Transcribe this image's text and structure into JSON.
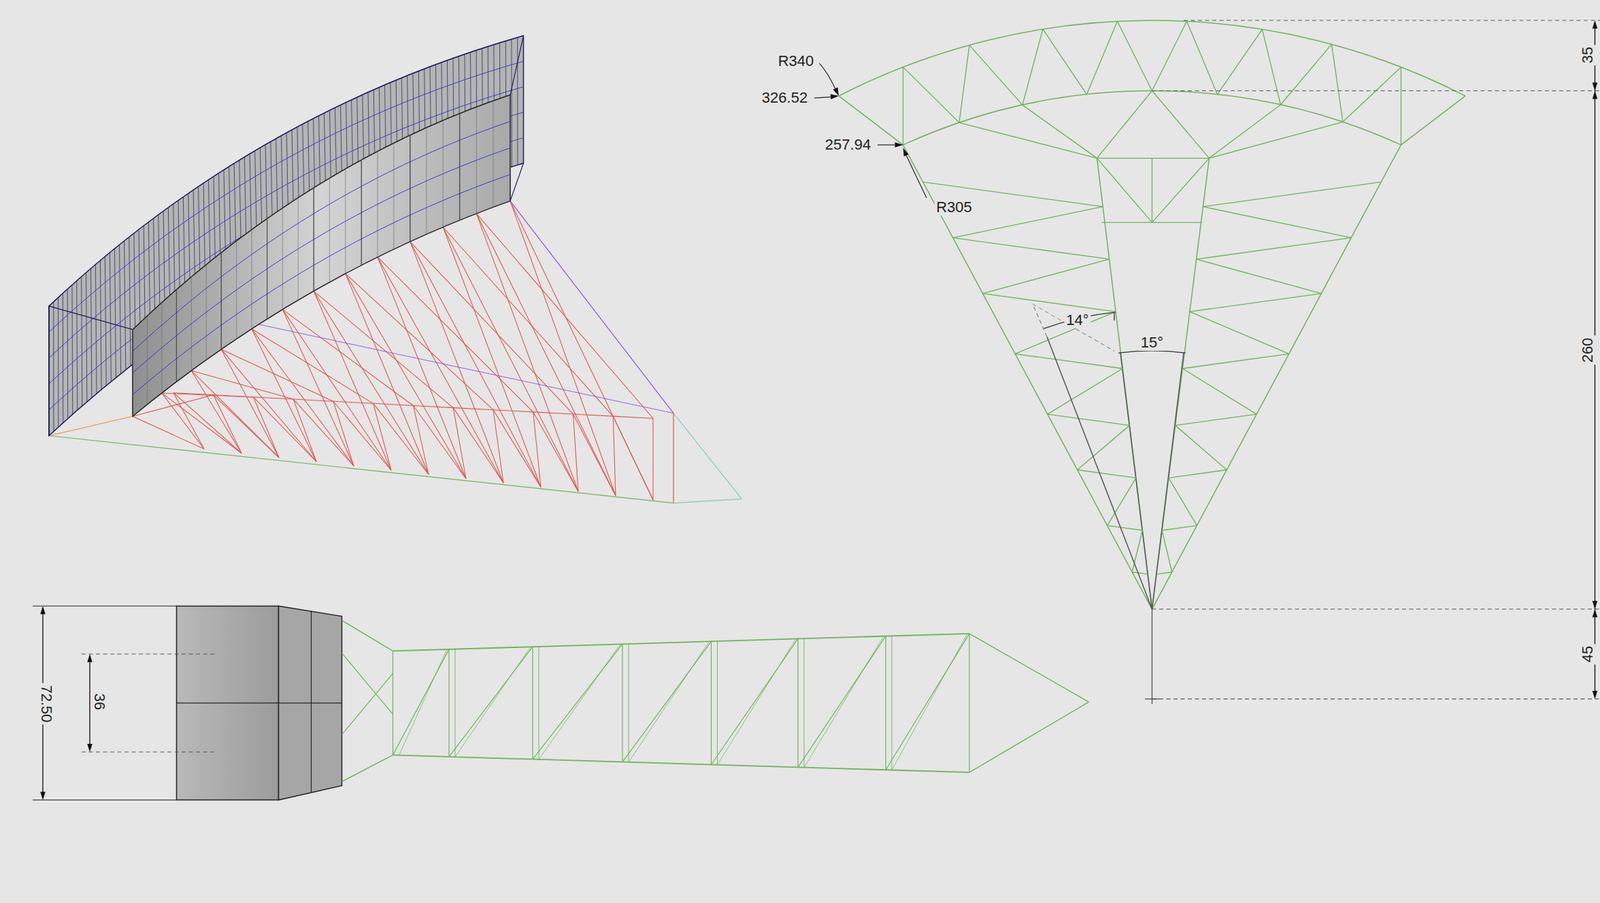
{
  "diagram": {
    "labels": [
      "R340",
      "326.52",
      "257.94",
      "R305",
      "14°",
      "15°",
      "35",
      "260",
      "45",
      "72.50",
      "36"
    ]
  }
}
